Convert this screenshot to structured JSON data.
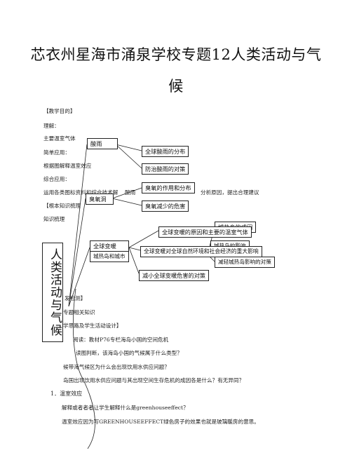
{
  "document": {
    "title_line1": "芯衣州星海市涌泉学校专题12人类活动与气",
    "title_line2": "候",
    "texts": {
      "objectives_heading": "【教学目的】",
      "understand": "理解：",
      "understand_content": "主要温室气体",
      "simple_apply": "简单应用：",
      "simple_apply_content": "根据图解释温室效应",
      "comprehensive": "综合应用：",
      "comprehensive_content_a": "运用各类图标资料和综合技术解",
      "comprehensive_content_b": "酸雨",
      "comprehensive_content_c": "分析原因，提出合理建议",
      "knowledge_heading": "【根本知识梳理",
      "knowledge_sub": "知识梳理",
      "check_heading": "发检测】",
      "related": "专题相关知识",
      "design": "学思路及学生活动设计】",
      "read_task": "阅读：教材P76专栏海岛小国的空间危机",
      "q1": "读图判断，该海岛小国的气候属于什么类型？",
      "q2": "候带海气候区为什么会出现饮用水供应问题？",
      "q3": "岛国出现饮用水供应问题与其出现空间生存危机的成因各是什么？有无异同？",
      "section1": "1．温室效应",
      "explain_line": "解释或者者者让学生解释什么是greenhouseeffect？",
      "meaning_line": "温室效应因为写GREENHOUSEEFFECT绿色房子的效果也就是玻璃暖房的意思。"
    },
    "diagram": {
      "root": "人类活动与气候",
      "acid_rain": "酸雨",
      "acid_dist": "全球酸雨的分布",
      "acid_prevent": "防治酸雨的对策",
      "ozone": "臭氧洞",
      "ozone_role": "臭氧的作用和分布",
      "ozone_reduce": "臭氧减少的危害",
      "warming": "全球变暖",
      "heat_island": "城热岛和城市",
      "heat_cause": "城热岛的成因",
      "heat_effect": "城热岛的影响",
      "warming_causes": "全球变暖的原因和主要的温室气体",
      "warming_impact": "全球变暖对全球自然环境和社会经济的重大影响",
      "warming_reduce": "减小全球变暖危害的对策",
      "heat_countermeasure": "减轻城热岛影响的对策"
    }
  }
}
